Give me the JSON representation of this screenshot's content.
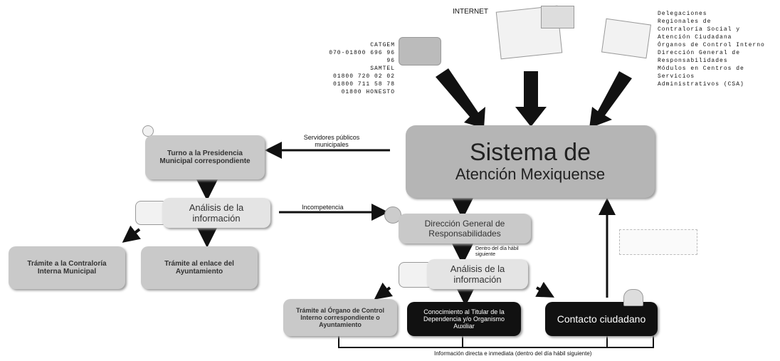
{
  "channels": {
    "internet": "INTERNET",
    "phone_block": [
      "CATGEM",
      "070-01800 696 96 96",
      "SAMTEL",
      "01800 720 02 02",
      "01800 711 58 78",
      "01800 HONESTO"
    ],
    "delegations": [
      "Delegaciones",
      "Regionales de",
      "Contraloría Social y",
      "Atención Ciudadana",
      "Órganos de Control Interno",
      "Dirección General de",
      "Responsabilidades",
      "Módulos en Centros de",
      "Servicios",
      "Administrativos (CSA)"
    ]
  },
  "central": {
    "title_line1": "Sistema de",
    "title_line2": "Atención Mexiquense"
  },
  "left": {
    "servidores_label": "Servidores públicos municipales",
    "turno": "Turno a la Presidencia Municipal correspondiente",
    "analisis": "Análisis de la información",
    "incompetencia": "Incompetencia",
    "tramite_contraloria": "Trámite a la Contraloría Interna Municipal",
    "tramite_enlace": "Trámite al enlace del Ayuntamiento"
  },
  "center": {
    "direccion": "Dirección General de Responsabilidades",
    "dentro_note": "Dentro del día hábil siguiente",
    "analisis": "Análisis de la información",
    "tramite_organo": "Trámite al Órgano de Control Interno correspondiente o Ayuntamiento",
    "conocimiento": "Conocimiento al Titular de la Dependencia y/o Organismo Auxiliar",
    "contacto": "Contacto ciudadano",
    "bottom_note": "Información directa e inmediata (dentro del día hábil siguiente)"
  },
  "colors": {
    "box": "#c9c9c9",
    "dark": "#111111",
    "arrow": "#111111"
  }
}
